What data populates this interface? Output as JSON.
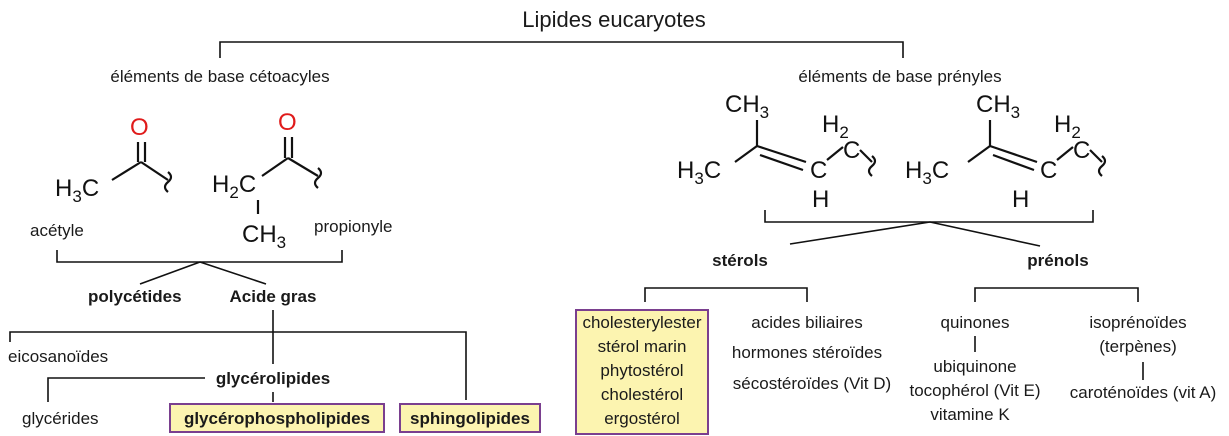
{
  "title": "Lipides eucaryotes",
  "left": {
    "base_label": "éléments de base cétoacyles",
    "acetyl": "acétyle",
    "propionyl": "propionyle",
    "polyketides": "polycétides",
    "fatty_acid": "Acide gras",
    "eicosanoids": "eicosanoïdes",
    "glycerolipids": "glycérolipides",
    "glycerides": "glycérides",
    "glycerophospholipids": "glycérophospholipides",
    "sphingolipids": "sphingolipides"
  },
  "right": {
    "base_label": "éléments de base prényles",
    "sterols": "stérols",
    "prenols": "prénols",
    "sterol_list": [
      "cholesterylester",
      "stérol marin",
      "phytostérol",
      "cholestérol",
      "ergostérol"
    ],
    "bile_acids": "acides biliaires",
    "steroid_hormones": "hormones stéroïdes",
    "secosteroids": "sécostéroïdes (Vit D)",
    "quinones": "quinones",
    "ubiquinone": "ubiquinone",
    "tocopherol": "tocophérol (Vit E)",
    "vitamin_k": "vitamine K",
    "isoprenoids": "isoprénoïdes",
    "terpenes": "(terpènes)",
    "carotenoids": "caroténoïdes (vit A)"
  },
  "chem": {
    "O": "O",
    "H": "H",
    "C": "C",
    "CH": "CH",
    "H2C_main": "H",
    "num2": "2",
    "num3": "3"
  },
  "colors": {
    "oxygen": "#e01b1b",
    "highlight_fill": "#fcf4b0",
    "highlight_border": "#7a3f8f"
  }
}
